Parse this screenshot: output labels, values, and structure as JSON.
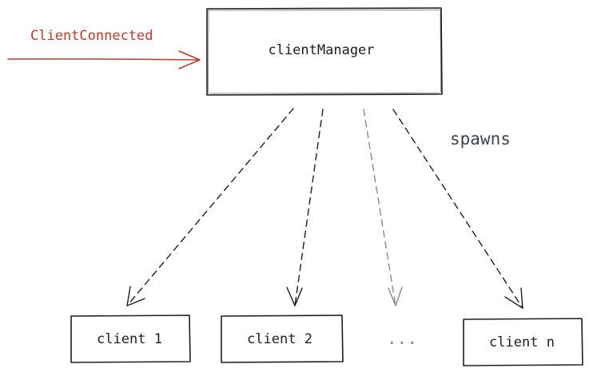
{
  "incoming_event": {
    "label": "ClientConnected",
    "color": "#c0392b"
  },
  "manager": {
    "label": "clientManager"
  },
  "relation": {
    "label": "spawns",
    "color": "#3c4450"
  },
  "clients": [
    {
      "label": "client 1"
    },
    {
      "label": "client 2"
    },
    {
      "label": "client n"
    }
  ],
  "ellipsis": {
    "label": "...",
    "color": "#8a8a8a"
  },
  "colors": {
    "stroke": "#1e1e1e",
    "faded_arrow": "#8a8a8a"
  }
}
